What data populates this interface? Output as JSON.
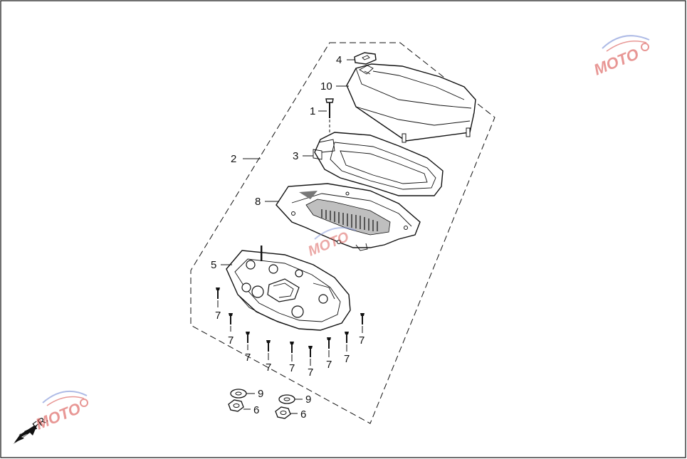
{
  "diagram": {
    "callouts": {
      "c1": "1",
      "c2": "2",
      "c3": "3",
      "c4": "4",
      "c5": "5",
      "c8": "8",
      "c10": "10",
      "c7": "7",
      "c9": "9",
      "c6": "6"
    },
    "direction_label": "FR."
  },
  "watermark": {
    "brand": "MOTO"
  },
  "colors": {
    "line": "#111111",
    "watermark_red": "#d9534f",
    "watermark_blue": "#7a8fd6"
  }
}
